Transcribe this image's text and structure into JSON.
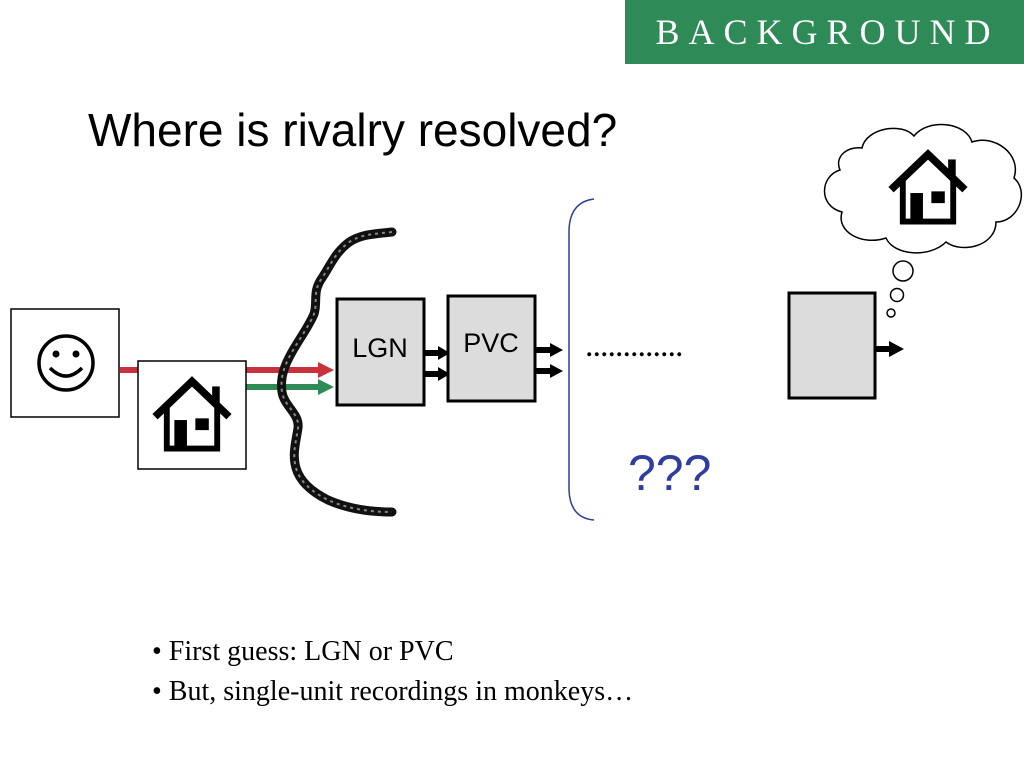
{
  "header": {
    "section_label": "BACKGROUND",
    "accent_color": "#2e8b57"
  },
  "slide": {
    "title": "Where is rivalry resolved?"
  },
  "diagram": {
    "stimulus_left_icon": "smiley-face-icon",
    "stimulus_right_icon": "house-icon",
    "eye_input_colors": [
      "#c8323c",
      "#2e8b57"
    ],
    "stage1_label": "LGN",
    "stage2_label": "PVC",
    "ellipsis": ".............",
    "unknown_label": "???",
    "unknown_color": "#2f3da0",
    "thought_icon": "house-icon"
  },
  "bullets": [
    "• First guess: LGN or PVC",
    "• But, single-unit recordings in monkeys…"
  ]
}
